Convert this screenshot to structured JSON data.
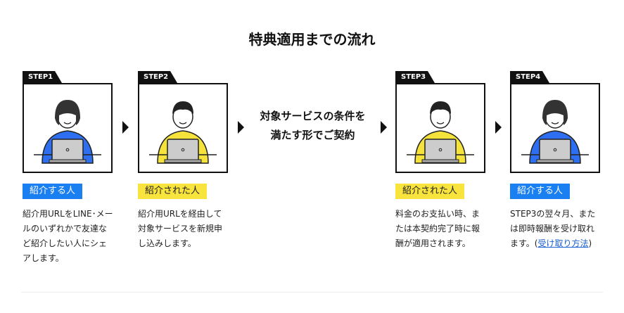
{
  "title": "特典適用までの流れ",
  "steps": [
    {
      "tab": "STEP1",
      "badge": "紹介する人",
      "badge_color": "#1a7ff0",
      "shirt": "#2d6ff0",
      "desc": "紹介用URLをLINE･メールのいずれかで友達など紹介したい人にシェアします。"
    },
    {
      "tab": "STEP2",
      "badge": "紹介された人",
      "badge_color": "#f9e43d",
      "shirt": "#f5e23a",
      "desc": "紹介用URLを経由して対象サービスを新規申し込みします。"
    },
    {
      "tab": "STEP3",
      "badge": "紹介された人",
      "badge_color": "#f9e43d",
      "shirt": "#f5e23a",
      "desc": "料金のお支払い時、または本契約完了時に報酬が適用されます。"
    },
    {
      "tab": "STEP4",
      "badge": "紹介する人",
      "badge_color": "#1a7ff0",
      "shirt": "#2d6ff0",
      "desc_before": "STEP3の翌々月、または即時報酬を受け取れます。(",
      "link": "受け取り方法",
      "desc_after": ")"
    }
  ],
  "middle": {
    "line1": "対象サービスの条件を",
    "line2": "満たす形でご契約"
  }
}
